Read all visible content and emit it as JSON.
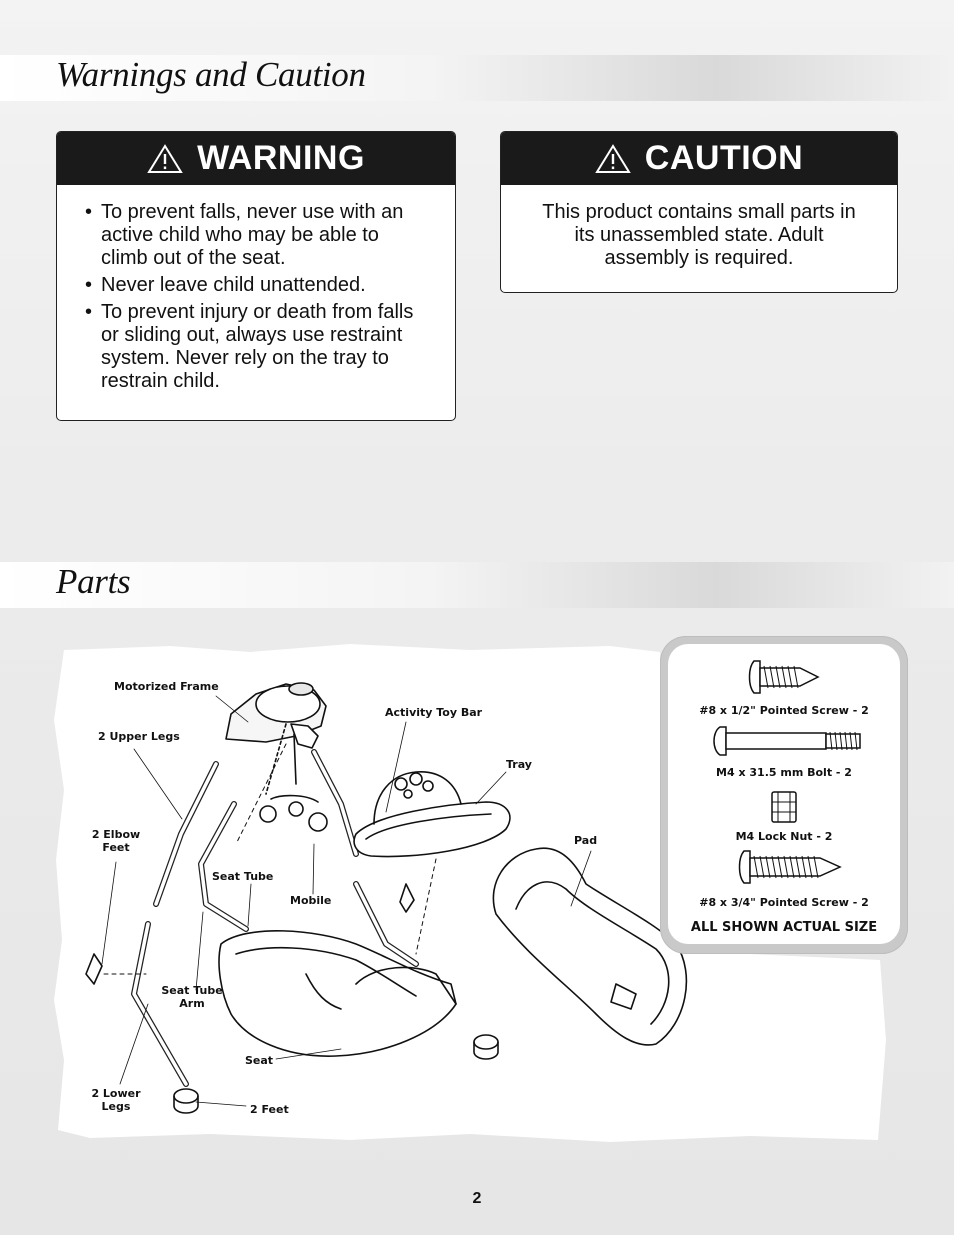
{
  "sections": {
    "warnings_title": "Warnings and Caution",
    "parts_title": "Parts"
  },
  "warning": {
    "heading": "WARNING",
    "items": [
      "To prevent falls, never use with an active child who may be able to climb out of the seat.",
      "Never leave child unattended.",
      "To prevent injury or death from falls or sliding out, always use restraint system. Never rely on the tray to restrain child."
    ]
  },
  "caution": {
    "heading": "CAUTION",
    "text": "This product contains small parts in its unassembled state. Adult assembly is required."
  },
  "parts": {
    "labels": {
      "motorized_frame": "Motorized Frame",
      "upper_legs": "2 Upper Legs",
      "activity_toy_bar": "Activity Toy Bar",
      "tray": "Tray",
      "elbow_feet": "2 Elbow Feet",
      "pad": "Pad",
      "seat_tube": "Seat Tube",
      "mobile": "Mobile",
      "seat_tube_arm": "Seat Tube Arm",
      "seat": "Seat",
      "lower_legs": "2 Lower Legs",
      "feet": "2 Feet"
    },
    "hardware": {
      "screw_half": "#8 x 1/2\" Pointed Screw - 2",
      "bolt": "M4 x 31.5 mm Bolt - 2",
      "lock_nut": "M4 Lock Nut - 2",
      "screw_three_quarter": "#8 x 3/4\" Pointed Screw - 2",
      "note": "ALL SHOWN ACTUAL SIZE"
    }
  },
  "page_number": "2",
  "icons": {
    "alert": "warning-triangle-icon"
  },
  "colors": {
    "header_bg": "#1a1a1a",
    "header_text": "#ffffff"
  }
}
